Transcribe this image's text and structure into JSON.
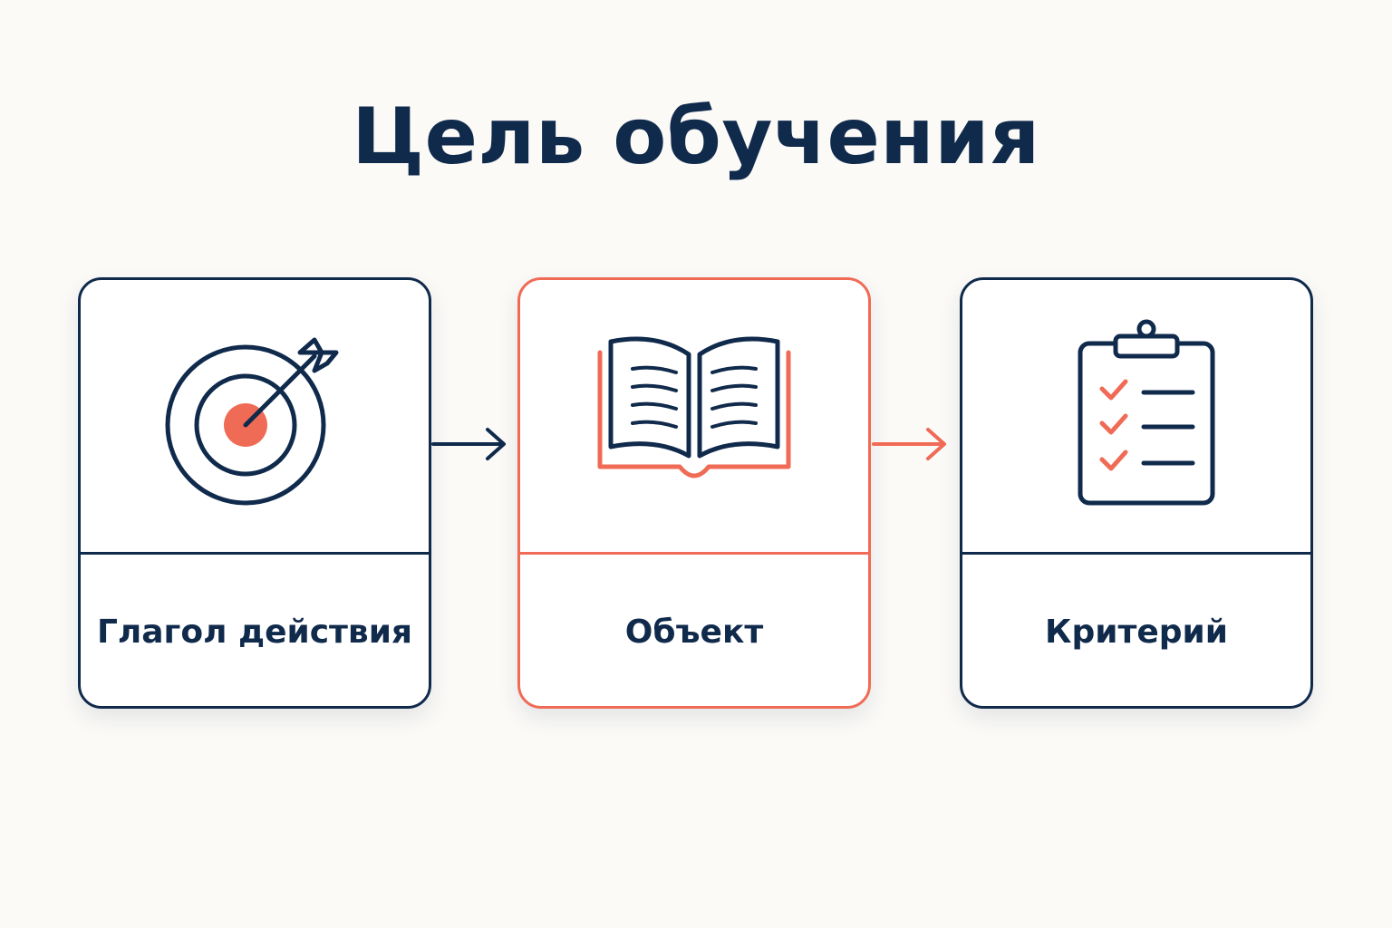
{
  "title": "Цель обучения",
  "colors": {
    "primary": "#102a4c",
    "accent": "#f06b55",
    "background": "#fbfaf7",
    "card_background": "#ffffff"
  },
  "cards": [
    {
      "label": "Глагол действия",
      "icon": "target-arrow-icon",
      "highlighted": false
    },
    {
      "label": "Объект",
      "icon": "open-book-icon",
      "highlighted": true
    },
    {
      "label": "Критерий",
      "icon": "clipboard-checklist-icon",
      "highlighted": false
    }
  ],
  "connectors": [
    {
      "from": "Глагол действия",
      "to": "Объект",
      "color": "#102a4c"
    },
    {
      "from": "Объект",
      "to": "Критерий",
      "color": "#f06b55"
    }
  ]
}
